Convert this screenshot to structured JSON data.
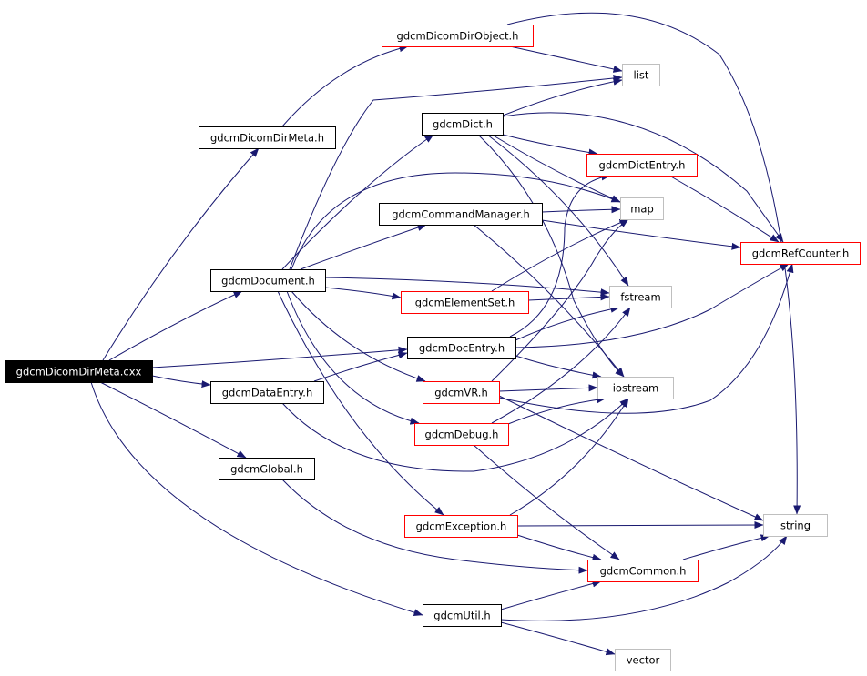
{
  "graph": {
    "colors": {
      "edge": "#191970",
      "box_default": "#000000",
      "box_red": "#ff0000",
      "box_gray": "#bfbfbf",
      "root_fill": "#000000",
      "root_text": "#ffffff",
      "text": "#000000"
    },
    "nodes": [
      {
        "id": "root",
        "label": "gdcmDicomDirMeta.cxx",
        "style": "root"
      },
      {
        "id": "dirmeta",
        "label": "gdcmDicomDirMeta.h",
        "style": "black"
      },
      {
        "id": "dirobject",
        "label": "gdcmDicomDirObject.h",
        "style": "red"
      },
      {
        "id": "list",
        "label": "list",
        "style": "gray"
      },
      {
        "id": "dict",
        "label": "gdcmDict.h",
        "style": "black"
      },
      {
        "id": "dictentry",
        "label": "gdcmDictEntry.h",
        "style": "red"
      },
      {
        "id": "map",
        "label": "map",
        "style": "gray"
      },
      {
        "id": "cmdmgr",
        "label": "gdcmCommandManager.h",
        "style": "black"
      },
      {
        "id": "refcounter",
        "label": "gdcmRefCounter.h",
        "style": "red"
      },
      {
        "id": "document",
        "label": "gdcmDocument.h",
        "style": "black"
      },
      {
        "id": "elementset",
        "label": "gdcmElementSet.h",
        "style": "red"
      },
      {
        "id": "fstream",
        "label": "fstream",
        "style": "gray"
      },
      {
        "id": "docentry",
        "label": "gdcmDocEntry.h",
        "style": "black"
      },
      {
        "id": "dataentry",
        "label": "gdcmDataEntry.h",
        "style": "black"
      },
      {
        "id": "vr",
        "label": "gdcmVR.h",
        "style": "red"
      },
      {
        "id": "iostream",
        "label": "iostream",
        "style": "gray"
      },
      {
        "id": "debug",
        "label": "gdcmDebug.h",
        "style": "red"
      },
      {
        "id": "global",
        "label": "gdcmGlobal.h",
        "style": "black"
      },
      {
        "id": "exception",
        "label": "gdcmException.h",
        "style": "red"
      },
      {
        "id": "string",
        "label": "string",
        "style": "gray"
      },
      {
        "id": "common",
        "label": "gdcmCommon.h",
        "style": "red"
      },
      {
        "id": "util",
        "label": "gdcmUtil.h",
        "style": "black"
      },
      {
        "id": "vector",
        "label": "vector",
        "style": "gray"
      }
    ],
    "edges": [
      [
        "root",
        "dirmeta"
      ],
      [
        "root",
        "document"
      ],
      [
        "root",
        "docentry"
      ],
      [
        "root",
        "dataentry"
      ],
      [
        "root",
        "global"
      ],
      [
        "root",
        "util"
      ],
      [
        "dirmeta",
        "dirobject"
      ],
      [
        "dirobject",
        "list"
      ],
      [
        "dirobject",
        "string"
      ],
      [
        "document",
        "list"
      ],
      [
        "document",
        "dict"
      ],
      [
        "document",
        "map"
      ],
      [
        "document",
        "cmdmgr"
      ],
      [
        "document",
        "fstream"
      ],
      [
        "document",
        "elementset"
      ],
      [
        "document",
        "vr"
      ],
      [
        "document",
        "debug"
      ],
      [
        "document",
        "exception"
      ],
      [
        "dict",
        "list"
      ],
      [
        "dict",
        "dictentry"
      ],
      [
        "dict",
        "map"
      ],
      [
        "dict",
        "refcounter"
      ],
      [
        "dict",
        "fstream"
      ],
      [
        "dict",
        "iostream"
      ],
      [
        "dictentry",
        "refcounter"
      ],
      [
        "cmdmgr",
        "map"
      ],
      [
        "cmdmgr",
        "refcounter"
      ],
      [
        "cmdmgr",
        "iostream"
      ],
      [
        "elementset",
        "map"
      ],
      [
        "elementset",
        "fstream"
      ],
      [
        "docentry",
        "dictentry"
      ],
      [
        "docentry",
        "fstream"
      ],
      [
        "docentry",
        "iostream"
      ],
      [
        "docentry",
        "refcounter"
      ],
      [
        "dataentry",
        "docentry"
      ],
      [
        "dataentry",
        "iostream"
      ],
      [
        "vr",
        "map"
      ],
      [
        "vr",
        "iostream"
      ],
      [
        "vr",
        "refcounter"
      ],
      [
        "vr",
        "string"
      ],
      [
        "debug",
        "fstream"
      ],
      [
        "debug",
        "iostream"
      ],
      [
        "debug",
        "common"
      ],
      [
        "global",
        "common"
      ],
      [
        "exception",
        "iostream"
      ],
      [
        "exception",
        "string"
      ],
      [
        "exception",
        "common"
      ],
      [
        "common",
        "string"
      ],
      [
        "util",
        "common"
      ],
      [
        "util",
        "string"
      ],
      [
        "util",
        "vector"
      ]
    ]
  }
}
